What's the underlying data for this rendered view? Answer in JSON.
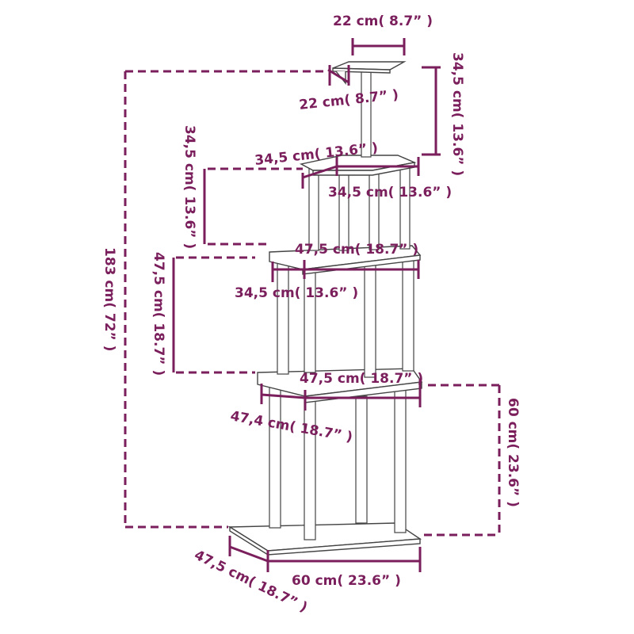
{
  "colors": {
    "dimension": "#7a1e5c",
    "outline": "#444444",
    "background": "#ffffff"
  },
  "labels": {
    "top_width": "22 cm( 8.7” )",
    "top_depth": "22 cm( 8.7” )",
    "top_height": "34,5 cm( 13.6” )",
    "level2_width": "34,5 cm( 13.6” )",
    "level2_depth": "34,5 cm( 13.6” )",
    "level2_height": "34,5 cm( 13.6” )",
    "level3_width": "47,5 cm( 18.7” )",
    "level3_depth": "34,5 cm( 13.6” )",
    "level3_height": "47,5 cm( 18.7” )",
    "level4_width": "47,5 cm( 18.7” )",
    "level4_depth": "47,4 cm( 18.7” )",
    "level4_height": "60 cm( 23.6” )",
    "total_height": "183 cm( 72” )",
    "base_width": "60 cm( 23.6” )",
    "base_depth": "47,5 cm( 18.7” )"
  }
}
